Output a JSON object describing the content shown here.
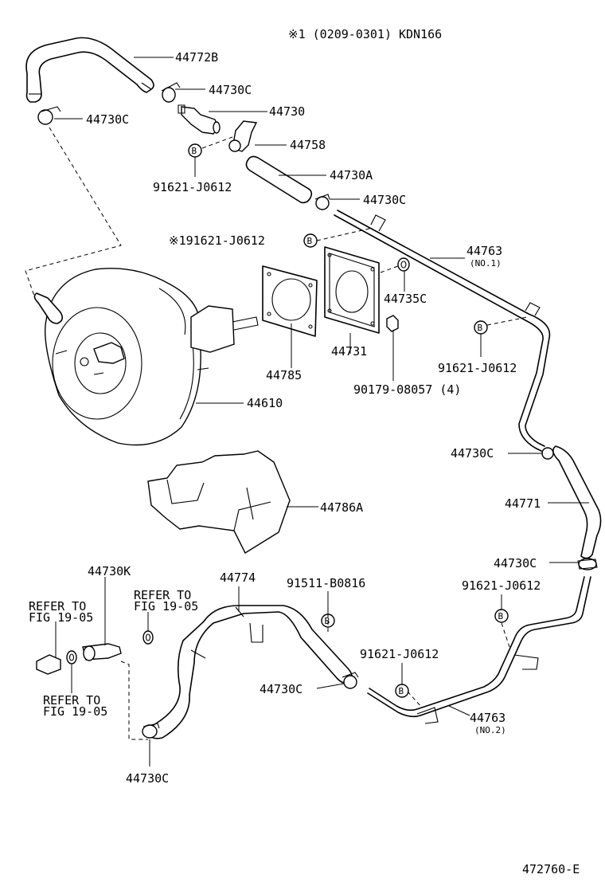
{
  "header": {
    "note": "※1 (0209-0301)  KDN166"
  },
  "footer": {
    "figure_id": "472760-E"
  },
  "bolt_symbol": "B",
  "labels": {
    "p44772B": "44772B",
    "p44730C_a": "44730C",
    "p44730C_b": "44730C",
    "p44730": "44730",
    "p44758": "44758",
    "b91621_a": "91621-J0612",
    "p44730A": "44730A",
    "p44730C_c": "44730C",
    "b91621_star": "※191621-J0612",
    "p44763_1": "44763",
    "p44763_1_sub": "(NO.1)",
    "p44735C": "44735C",
    "p44785": "44785",
    "p44731": "44731",
    "b91621_b": "91621-J0612",
    "p90179": "90179-08057 (4)",
    "p44610": "44610",
    "p44730C_d": "44730C",
    "p44771": "44771",
    "p44786A": "44786A",
    "p44730C_e": "44730C",
    "p44730K": "44730K",
    "p44774": "44774",
    "p91511": "91511-B0816",
    "b91621_c": "91621-J0612",
    "refer1_a": "REFER TO",
    "refer1_b": "FIG 19-05",
    "refer2_a": "REFER TO",
    "refer2_b": "FIG 19-05",
    "refer3_a": "REFER TO",
    "refer3_b": "FIG 19-05",
    "b91621_d": "91621-J0612",
    "p44730C_f": "44730C",
    "p44763_2": "44763",
    "p44763_2_sub": "(NO.2)",
    "p44730C_g": "44730C"
  }
}
